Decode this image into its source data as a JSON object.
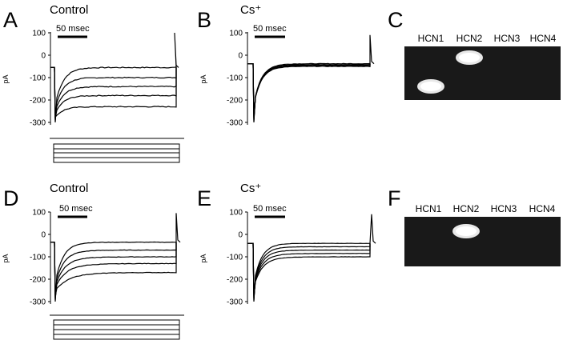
{
  "figure": {
    "panels": [
      {
        "id": "A",
        "type": "current-trace",
        "label": "A",
        "title": "Control",
        "scale_bar": "50 msec",
        "ylabel": "pA",
        "yticks": [
          100,
          0,
          -100,
          -200,
          -300
        ],
        "ylim": [
          -300,
          100
        ],
        "steady_levels": [
          -55,
          -100,
          -140,
          -180,
          -230
        ],
        "tail_spike": 100,
        "onset_dip": -300,
        "noise": 4,
        "sag": 0
      },
      {
        "id": "B",
        "type": "current-trace",
        "label": "B",
        "title": "Cs⁺",
        "scale_bar": "50 msec",
        "ylabel": "pA",
        "yticks": [
          100,
          0,
          -100,
          -200,
          -300
        ],
        "ylim": [
          -300,
          100
        ],
        "steady_levels": [
          -38,
          -42,
          -45,
          -48,
          -50
        ],
        "tail_spike": 90,
        "onset_dip": -300,
        "noise": 2,
        "sag": 0
      },
      {
        "id": "D",
        "type": "current-trace",
        "label": "D",
        "title": "Control",
        "scale_bar": "50 msec",
        "ylabel": "pA",
        "yticks": [
          100,
          0,
          -100,
          -200,
          -300
        ],
        "ylim": [
          -300,
          100
        ],
        "steady_levels": [
          -35,
          -70,
          -100,
          -130,
          -170
        ],
        "tail_spike": 95,
        "onset_dip": -300,
        "noise": 2,
        "sag": 35
      },
      {
        "id": "E",
        "type": "current-trace",
        "label": "E",
        "title": "Cs⁺",
        "scale_bar": "50 msec",
        "ylabel": "pA",
        "yticks": [
          100,
          0,
          -100,
          -200,
          -300
        ],
        "ylim": [
          -300,
          100
        ],
        "steady_levels": [
          -40,
          -55,
          -70,
          -85,
          -100
        ],
        "tail_spike": 90,
        "onset_dip": -300,
        "noise": 1,
        "sag": 10
      }
    ],
    "gels": [
      {
        "id": "C",
        "label": "C",
        "lanes": [
          "HCN1",
          "HCN2",
          "HCN3",
          "HCN4"
        ],
        "bands": [
          true,
          true,
          false,
          false
        ]
      },
      {
        "id": "F",
        "label": "F",
        "lanes": [
          "HCN1",
          "HCN2",
          "HCN3",
          "HCN4"
        ],
        "bands": [
          false,
          true,
          false,
          false
        ]
      }
    ]
  }
}
